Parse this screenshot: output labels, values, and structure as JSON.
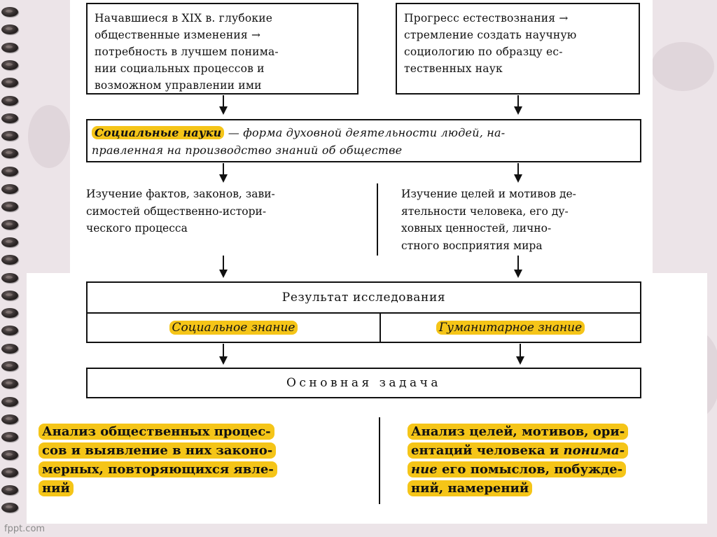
{
  "top_left_box": {
    "lines": [
      "Начавшиеся в XIX в. глубокие",
      "общественные изменения →",
      "потребность в лучшем понима-",
      "нии социальных процессов и",
      "возможном управлении ими"
    ]
  },
  "top_right_box": {
    "lines": [
      "Прогресс естествознания →",
      "стремление создать научную",
      "социологию по образцу ес-",
      "тественных наук"
    ]
  },
  "definition_box": {
    "term": "Социальные науки",
    "rest_line1": " — форма духовной деятельности людей, на-",
    "line2": "правленная на производство знаний об обществе"
  },
  "left_study": {
    "lines": [
      "Изучение фактов, законов, зави-",
      "симостей общественно-истори-",
      "ческого процесса"
    ]
  },
  "right_study": {
    "lines": [
      "Изучение целей и мотивов де-",
      "ятельности человека, его ду-",
      "ховных ценностей, лично-",
      "стного восприятия мира"
    ]
  },
  "result_table": {
    "header": "Результат исследования",
    "left_cell": "Социальное знание",
    "right_cell": "Гуманитарное знание"
  },
  "main_task": {
    "label": "Основная задача"
  },
  "bottom_left": {
    "lines": [
      "Анализ общественных процес-",
      "сов и выявление в них законо-",
      "мерных, повторяющихся явле-",
      "ний"
    ]
  },
  "bottom_right": {
    "line1": "Анализ целей, мотивов, ори-",
    "line2_a": "ентаций человека и ",
    "line2_b": "понима-",
    "line3_a": "ние",
    "line3_b": " его помыслов, побужде-",
    "line4": "ний, намерений"
  },
  "footer": {
    "text": "fppt.com"
  },
  "colors": {
    "highlight": "#f5c518",
    "background": "#ece4e8",
    "ink": "#111111"
  },
  "icons": [
    "spiral-binding-icon",
    "down-arrow-icon"
  ]
}
